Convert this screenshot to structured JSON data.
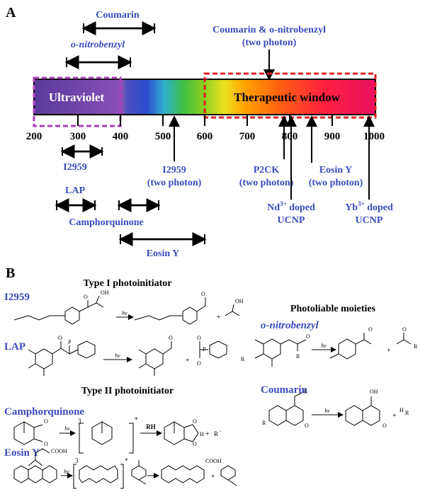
{
  "panel_a": {
    "label": "A",
    "bands": {
      "uv": "Ultraviolet",
      "therapeutic": "Therapeutic window"
    },
    "ticks": [
      "200",
      "300",
      "400",
      "500",
      "600",
      "700",
      "800",
      "900",
      "1000"
    ],
    "top_labels": {
      "coumarin": "Coumarin",
      "onitro": "o-nitrobenzyl",
      "two_photon_1": "Coumarin & o-nitrobenzyl",
      "two_photon_2": "(two photon)"
    },
    "bottom_labels": {
      "i2959": "I2959",
      "lap": "LAP",
      "camphor": "Camphorquinone",
      "eosin": "Eosin Y",
      "i2959_tp_1": "I2959",
      "i2959_tp_2": "(two photon)",
      "p2ck_1": "P2CK",
      "p2ck_2": "(two photon)",
      "eosin_tp_1": "Eosin Y",
      "eosin_tp_2": "(two photon)",
      "nd_1": "Nd",
      "nd_sup": "3+",
      "nd_2": " doped",
      "nd_3": "UCNP",
      "yb_1": "Yb",
      "yb_sup": "3+",
      "yb_2": " doped",
      "yb_3": "UCNP"
    },
    "colors": {
      "label_blue": "#3a4bbd",
      "dashed_magenta": "#b03cc0",
      "dashed_red": "#e02020"
    }
  },
  "panel_b": {
    "label": "B",
    "type1_title": "Type I photoinitiator",
    "type2_title": "Type II photoinitiator",
    "moieties_title": "Photoliable moieties",
    "compounds": {
      "i2959": "I2959",
      "lap": "LAP",
      "camphor": "Camphorquinone",
      "eosin": "Eosin Y",
      "onitro": "o-nitrobenzyl",
      "coumarin": "Coumarin"
    },
    "hv": "hv",
    "rh": "RH",
    "plus": "+"
  }
}
